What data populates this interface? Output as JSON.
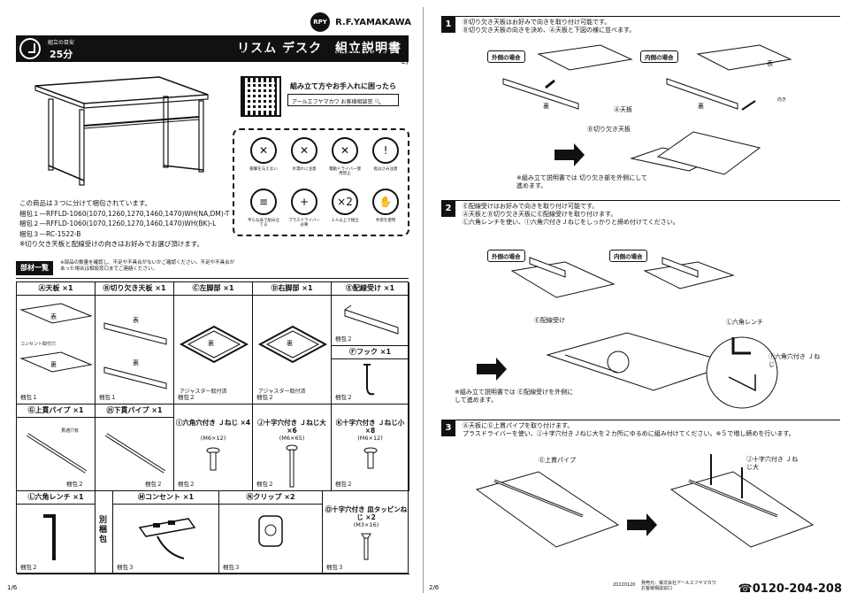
{
  "brand": {
    "logo": "RPY",
    "name": "R.F.YAMAKAWA"
  },
  "header": {
    "time_label": "組立の目安",
    "time_value": "25分",
    "title": "リスム デスク　組立説明書"
  },
  "model_code": "RFFLD-1060(1070,1260,1270,1460,1470)WH(NA,DM)(BK)-T(-L)",
  "help": {
    "text": "組み立て方やお手入れに困ったら",
    "search": "アールエフヤマカワ お客様相談窓"
  },
  "warnings": [
    {
      "icon": "hammer-icon",
      "label": "衝撃を与えない",
      "glyph": "✕"
    },
    {
      "icon": "water-icon",
      "label": "水濡れに注意",
      "glyph": "✕"
    },
    {
      "icon": "drill-icon",
      "label": "電動ドライバー使用禁止",
      "glyph": "✕"
    },
    {
      "icon": "hand-icon",
      "label": "指はさみ注意",
      "glyph": "!"
    },
    {
      "icon": "level-floor-icon",
      "label": "平らな床で組み立てる",
      "glyph": "≡"
    },
    {
      "icon": "screwdriver-icon",
      "label": "プラスドライバー必要",
      "glyph": "+"
    },
    {
      "icon": "two-persons-icon",
      "label": "２人以上で組立",
      "glyph": "×2"
    },
    {
      "icon": "gloves-icon",
      "label": "手袋を使用",
      "glyph": "✋"
    }
  ],
  "notes": [
    "この商品は３つに分けて梱包されています。",
    "梱包１—RFFLD-1060(1070,1260,1270,1460,1470)WH(NA,DM)-T",
    "梱包２—RFFLD-1060(1070,1260,1270,1460,1470)WH(BK)-L",
    "梱包３—RC-1522-B",
    "※切り欠き天板と配線受けの向きはお好みでお選び頂けます。"
  ],
  "parts_header": {
    "tag": "部材一覧",
    "note": "※部品の数量を確認し、不足や不具合がないかご確認ください。不足や不具合があった場合は相談窓口までご連絡ください。"
  },
  "parts": [
    {
      "id": "A",
      "name": "Ⓐ天板 ×1",
      "box": "梱包１",
      "labels": [
        "表",
        "裏",
        "コンセント取付穴"
      ]
    },
    {
      "id": "B",
      "name": "Ⓑ切り欠き天板 ×1",
      "box": "梱包１",
      "labels": [
        "表",
        "裏"
      ]
    },
    {
      "id": "C",
      "name": "Ⓒ左脚部 ×1",
      "box": "梱包２",
      "labels": [
        "裏",
        "アジャスター取付済"
      ]
    },
    {
      "id": "D",
      "name": "Ⓓ右脚部 ×1",
      "box": "梱包２",
      "labels": [
        "裏",
        "アジャスター取付済"
      ]
    },
    {
      "id": "E",
      "name": "Ⓔ配線受け ×1",
      "box": "梱包２",
      "labels": []
    },
    {
      "id": "F",
      "name": "Ⓕフック ×1",
      "box": "梱包２",
      "labels": []
    },
    {
      "id": "G",
      "name": "Ⓖ上貫パイプ ×1",
      "box": "梱包２",
      "labels": [
        "貫通穴有"
      ]
    },
    {
      "id": "H",
      "name": "Ⓗ下貫パイプ ×1",
      "box": "梱包２",
      "labels": []
    },
    {
      "id": "I",
      "name": "Ⓘ六角穴付き Ｊねじ ×4",
      "size": "(M6×12)",
      "box": "梱包２"
    },
    {
      "id": "J",
      "name": "Ⓙ十字穴付き Ｊねじ大 ×6",
      "size": "(M6×65)",
      "box": "梱包２"
    },
    {
      "id": "K",
      "name": "Ⓚ十字穴付き Ｊねじ小 ×8",
      "size": "(M6×12)",
      "box": "梱包２"
    },
    {
      "id": "L",
      "name": "Ⓛ六角レンチ ×1",
      "box": "梱包２"
    },
    {
      "id": "M",
      "name": "Ⓜコンセント ×1",
      "box": "梱包３"
    },
    {
      "id": "N",
      "name": "Ⓝクリップ ×2",
      "box": "梱包３"
    },
    {
      "id": "O",
      "name": "Ⓞ十字穴付き 皿タッピンねじ ×2",
      "size": "(M3×16)",
      "box": "梱包３"
    }
  ],
  "separate_box": "別梱包",
  "page_left": "1/6",
  "page_right": "2/6",
  "steps": [
    {
      "n": "1",
      "lines": [
        "Ⓑ切り欠き天板はお好みで向きを取り付け可能です。",
        "Ⓑ切り欠き天板の向きを決め、Ⓐ天板と下図の様に並べます。"
      ],
      "pills": [
        "外側の場合",
        "内側の場合"
      ],
      "labels": [
        "裏",
        "裏",
        "Ⓐ天板",
        "Ⓑ切り欠き天板",
        "表",
        "向き"
      ],
      "note": "※組み立て説明書では 切り欠き部を外側にして進めます。"
    },
    {
      "n": "2",
      "lines": [
        "Ⓔ配線受けはお好みで向きを取り付け可能です。",
        "Ⓐ天板とⒷ切り欠き天板にⒺ配線受けを取り付けます。",
        "Ⓛ六角レンチを使い、Ⓘ六角穴付きＪねじをしっかりと締め付けてください。"
      ],
      "pills": [
        "外側の場合",
        "内側の場合"
      ],
      "labels": [
        "Ⓔ配線受け",
        "Ⓛ六角レンチ",
        "Ⓘ六角穴付き Ｊねじ"
      ],
      "note": "※組み立て説明書では Ⓔ配線受けを外側にして進めます。"
    },
    {
      "n": "3",
      "lines": [
        "Ⓐ天板にⒼ上貫パイプを取り付けます。",
        "プラスドライバーを使い、Ⓙ十字穴付きＪねじ大を２カ所にゆるめに組み付けてください。※５で増し締めを行います。"
      ],
      "labels": [
        "Ⓖ上貫パイプ",
        "Ⓙ十字穴付き Ｊねじ大"
      ]
    }
  ],
  "footer": {
    "date": "20220120",
    "lines": [
      "発売元：株式会社アールエフヤマカワ",
      "お客様相談窓口"
    ],
    "phone": "☎0120-204-208"
  }
}
